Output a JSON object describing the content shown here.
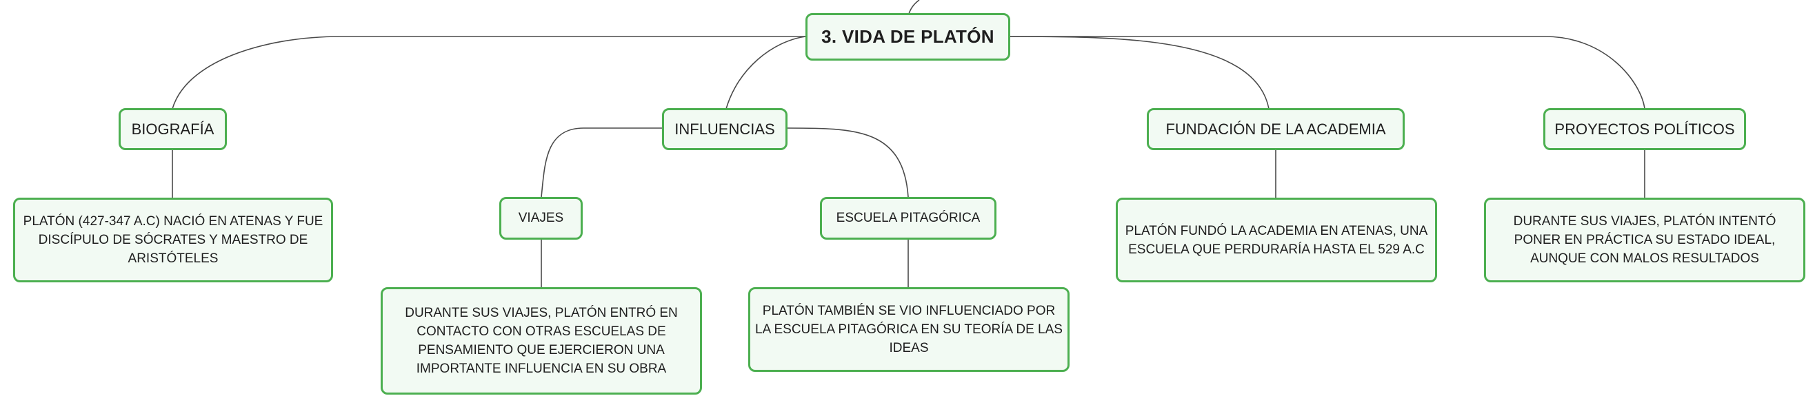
{
  "root": {
    "label": "3. VIDA DE PLATÓN"
  },
  "biografia": {
    "label": "BIOGRAFÍA",
    "detail": "PLATÓN (427-347 A.C) NACIÓ EN ATENAS Y FUE DISCÍPULO DE SÓCRATES Y MAESTRO DE ARISTÓTELES"
  },
  "influencias": {
    "label": "INFLUENCIAS",
    "viajes": {
      "label": "VIAJES",
      "detail": "DURANTE SUS VIAJES, PLATÓN ENTRÓ EN CONTACTO CON OTRAS ESCUELAS DE PENSAMIENTO QUE EJERCIERON UNA IMPORTANTE INFLUENCIA EN SU OBRA"
    },
    "pitagorica": {
      "label": "ESCUELA PITAGÓRICA",
      "detail": "PLATÓN TAMBIÉN SE VIO INFLUENCIADO POR LA ESCUELA PITAGÓRICA EN SU TEORÍA DE LAS IDEAS"
    }
  },
  "academia": {
    "label": "FUNDACIÓN DE LA ACADEMIA",
    "detail": "PLATÓN FUNDÓ LA ACADEMIA EN ATENAS, UNA ESCUELA QUE PERDURARÍA HASTA EL 529 A.C"
  },
  "proyectos": {
    "label": "PROYECTOS POLÍTICOS",
    "detail": "DURANTE SUS VIAJES, PLATÓN INTENTÓ PONER EN PRÁCTICA SU ESTADO IDEAL, AUNQUE CON MALOS RESULTADOS"
  },
  "colors": {
    "node_border": "#4caf50",
    "node_fill": "#f2faf3",
    "connector": "#4a4a4a",
    "text": "#1e1e1e"
  }
}
